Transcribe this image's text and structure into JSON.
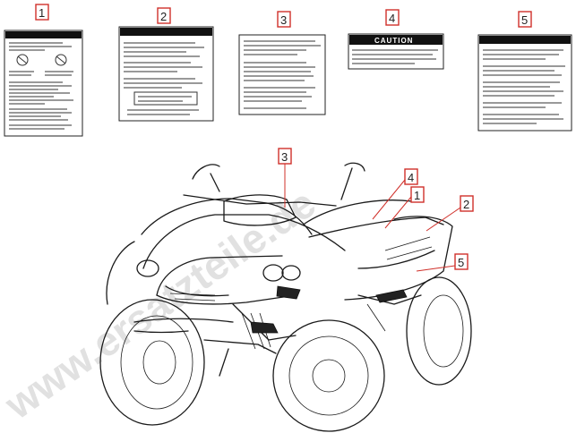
{
  "watermark": "www.ersatzteile.de",
  "callouts": [
    {
      "id": "1",
      "label": "1"
    },
    {
      "id": "2",
      "label": "2"
    },
    {
      "id": "3",
      "label": "3"
    },
    {
      "id": "4",
      "label": "4"
    },
    {
      "id": "5",
      "label": "5"
    }
  ],
  "stickers": {
    "caution_title": "CAUTION"
  }
}
